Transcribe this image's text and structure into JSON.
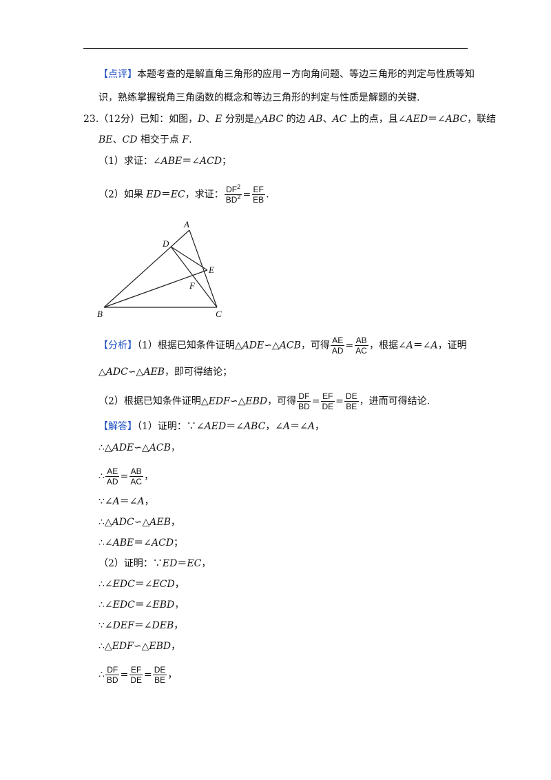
{
  "dianping": {
    "tag": "【点评】",
    "line1": "本题考查的是解直角三角形的应用－方向角问题、等边三角形的判定与性质等知",
    "line2": "识，熟练掌握锐角三角函数的概念和等边三角形的判定与性质是解题的关键."
  },
  "problem": {
    "line1_pre": "23.（12分）已知：如图，",
    "line1_D": "D",
    "line1_sep1": "、",
    "line1_E": "E",
    "line1_mid": " 分别是△",
    "line1_ABC": "ABC",
    "line1_mid2": " 的边 ",
    "line1_AB": "AB",
    "line1_sep2": "、",
    "line1_AC": "AC",
    "line1_mid3": " 上的点，且∠",
    "line1_AED": "AED",
    "line1_eq": "＝∠",
    "line1_ABC2": "ABC",
    "line1_end": "，联结",
    "line2_BE": "BE",
    "line2_sep": "、",
    "line2_CD": "CD",
    "line2_mid": " 相交于点 ",
    "line2_F": "F",
    "line2_end": ".",
    "q1_pre": "（1）求证：∠",
    "q1_ABE": "ABE",
    "q1_eq": "＝∠",
    "q1_ACD": "ACD",
    "q1_end": "；",
    "q2_pre": "（2）如果 ",
    "q2_ED": "ED",
    "q2_eq": "＝",
    "q2_EC": "EC",
    "q2_mid": "，求证：",
    "q2_frac1_num": "DF",
    "q2_frac1_den": "BD",
    "q2_sup": "2",
    "q2_eqsign": "=",
    "q2_frac2_num": "EF",
    "q2_frac2_den": "EB",
    "q2_end": "."
  },
  "figure": {
    "labels": {
      "A": "A",
      "D": "D",
      "E": "E",
      "F": "F",
      "B": "B",
      "C": "C"
    }
  },
  "fenxi": {
    "tag": "【分析】",
    "l1_pre": "（1）根据已知条件证明△",
    "l1_ADE": "ADE",
    "l1_sim": "∽△",
    "l1_ACB": "ACB",
    "l1_mid": "，可得",
    "l1_f1n": "AE",
    "l1_f1d": "AD",
    "l1_eq": "=",
    "l1_f2n": "AB",
    "l1_f2d": "AC",
    "l1_mid2": "，根据∠",
    "l1_A1": "A",
    "l1_eq2": "＝∠",
    "l1_A2": "A",
    "l1_end": "，证明",
    "l2_pre": "△",
    "l2_ADC": "ADC",
    "l2_sim": "∽△",
    "l2_AEB": "AEB",
    "l2_end": "，即可得结论；",
    "l3_pre": "（2）根据已知条件证明△",
    "l3_EDF": "EDF",
    "l3_sim": "∽△",
    "l3_EBD": "EBD",
    "l3_mid": "，可得",
    "l3_f1n": "DF",
    "l3_f1d": "BD",
    "l3_eq1": "=",
    "l3_f2n": "EF",
    "l3_f2d": "DE",
    "l3_eq2": "=",
    "l3_f3n": "DE",
    "l3_f3d": "BE",
    "l3_end": "，进而可得结论."
  },
  "jieda": {
    "tag": "【解答】",
    "s1_pre": "（1）证明：∵∠",
    "s1_AED": "AED",
    "s1_eq": "＝∠",
    "s1_ABC": "ABC",
    "s1_mid": "，∠",
    "s1_A1": "A",
    "s1_eq2": "＝∠",
    "s1_A2": "A",
    "s1_end": "，",
    "s2_pre": "∴△",
    "s2_ADE": "ADE",
    "s2_sim": "∽△",
    "s2_ACB": "ACB",
    "s2_end": "，",
    "s3_pre": "∴",
    "s3_f1n": "AE",
    "s3_f1d": "AD",
    "s3_eq": "=",
    "s3_f2n": "AB",
    "s3_f2d": "AC",
    "s3_end": "，",
    "s4_pre": "∵∠",
    "s4_A1": "A",
    "s4_eq": "＝∠",
    "s4_A2": "A",
    "s4_end": "，",
    "s5_pre": "∴△",
    "s5_ADC": "ADC",
    "s5_sim": "∽△",
    "s5_AEB": "AEB",
    "s5_end": "，",
    "s6_pre": "∴∠",
    "s6_ABE": "ABE",
    "s6_eq": "＝∠",
    "s6_ACD": "ACD",
    "s6_end": "；",
    "s7_pre": "（2）证明：∵",
    "s7_ED": "ED",
    "s7_eq": "＝",
    "s7_EC": "EC",
    "s7_end": "，",
    "s8_pre": "∴∠",
    "s8_EDC": "EDC",
    "s8_eq": "＝∠",
    "s8_ECD": "ECD",
    "s8_end": "，",
    "s9_pre": "∴∠",
    "s9_EDC": "EDC",
    "s9_eq": "＝∠",
    "s9_EBD": "EBD",
    "s9_end": "，",
    "s10_pre": "∵∠",
    "s10_DEF": "DEF",
    "s10_eq": "＝∠",
    "s10_DEB": "DEB",
    "s10_end": "，",
    "s11_pre": "∴△",
    "s11_EDF": "EDF",
    "s11_sim": "∽△",
    "s11_EBD": "EBD",
    "s11_end": "，",
    "s12_pre": "∴",
    "s12_f1n": "DF",
    "s12_f1d": "BD",
    "s12_eq1": "=",
    "s12_f2n": "EF",
    "s12_f2d": "DE",
    "s12_eq2": "=",
    "s12_f3n": "DE",
    "s12_f3d": "BE",
    "s12_end": "，"
  }
}
